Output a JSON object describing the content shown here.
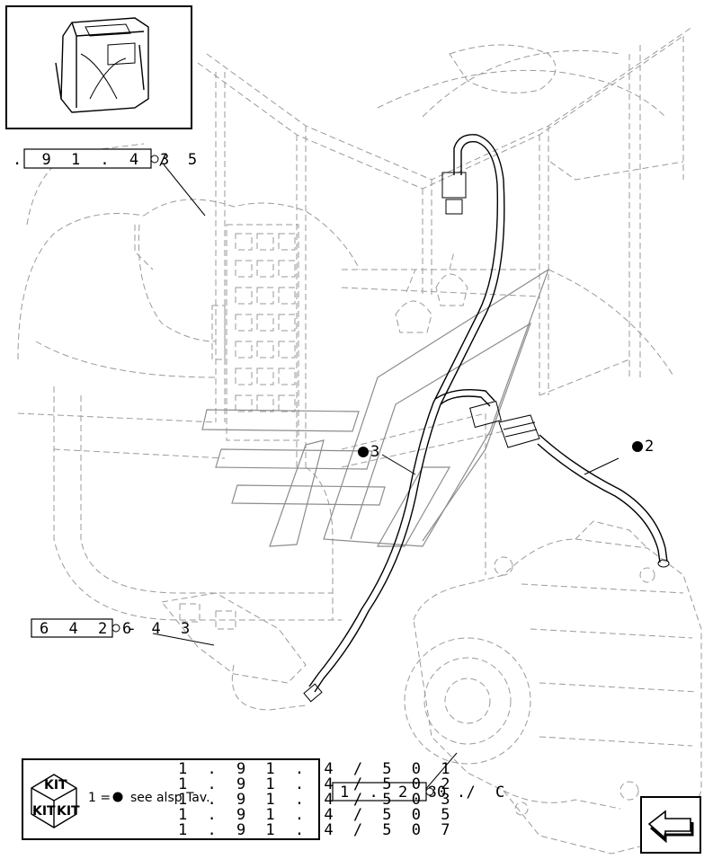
{
  "refs": {
    "ref_top": ". 9 1 . 4 / 5",
    "ref_top_callout": "3",
    "ref_mid": "6 4 2 -",
    "ref_mid_tail": "6 4 3",
    "ref_right": "1 . 2 8 .",
    "ref_right_tail": "0 / C"
  },
  "callouts": {
    "harness_3": "3",
    "harness_2": "2"
  },
  "legend": {
    "kit_label": "KIT",
    "kit_label_2": "KIT",
    "kit_label_3": "KIT",
    "equation": "1 =",
    "see_also": "see alsp Tav.",
    "refs": [
      "1 . 9 1 . 4 / 5   0 1",
      "1 . 9 1 . 4 / 5   0 2",
      "1 . 9 1 . 4 / 5   0 3",
      "1 . 9 1 . 4 / 5   0 5",
      "1 . 9 1 . 4 / 5   0 7"
    ]
  },
  "icons": {
    "thumbnail": "tractor-cab-thumbnail",
    "nav": "next-page-arrow-icon",
    "bullet": "filled-dot-icon"
  }
}
